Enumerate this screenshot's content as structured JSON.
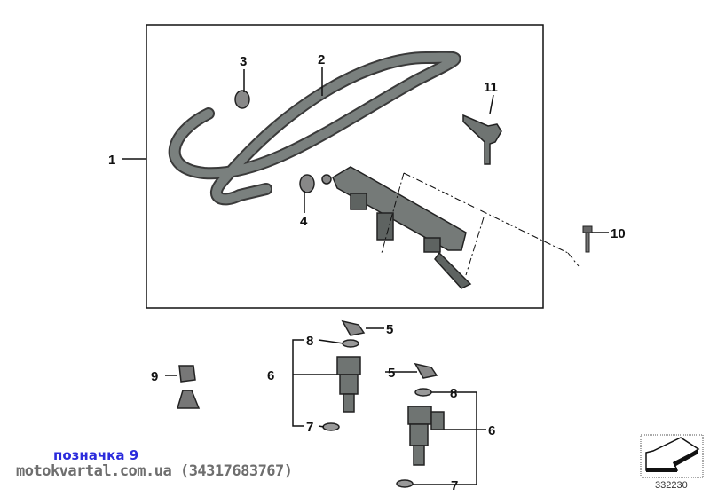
{
  "diagram": {
    "callouts": {
      "c1": "1",
      "c2": "2",
      "c3": "3",
      "c4": "4",
      "c5a": "5",
      "c5b": "5",
      "c6a": "6",
      "c6b": "6",
      "c7a": "7",
      "c7b": "7",
      "c8a": "8",
      "c8b": "8",
      "c9": "9",
      "c10": "10",
      "c11": "11"
    },
    "diagram_code": "332230"
  },
  "caption": {
    "label": "позначка 9",
    "site": "motokvartal.com.ua (34317683767)"
  },
  "colors": {
    "part_grey": "#6f7472",
    "caption_blue": "#2b2bdc",
    "caption_grey": "#6e6e6e"
  }
}
